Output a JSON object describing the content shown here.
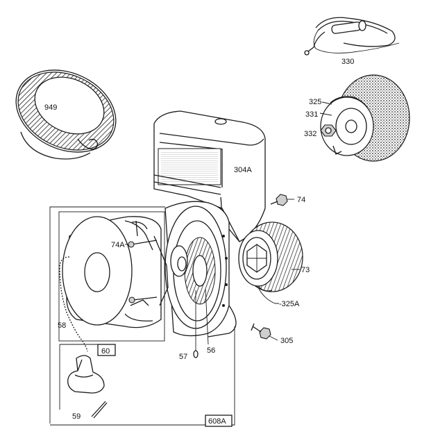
{
  "callouts": {
    "p949": "949",
    "p330": "330",
    "p325": "325",
    "p331": "331",
    "p332": "332",
    "p304A": "304A",
    "p74": "74",
    "p74A": "74A",
    "p73": "73",
    "p325A": "-325A",
    "p305": "305",
    "p58": "58",
    "p60": "60",
    "p57": "57",
    "p56": "56",
    "p59": "59",
    "p608A": "608A"
  }
}
